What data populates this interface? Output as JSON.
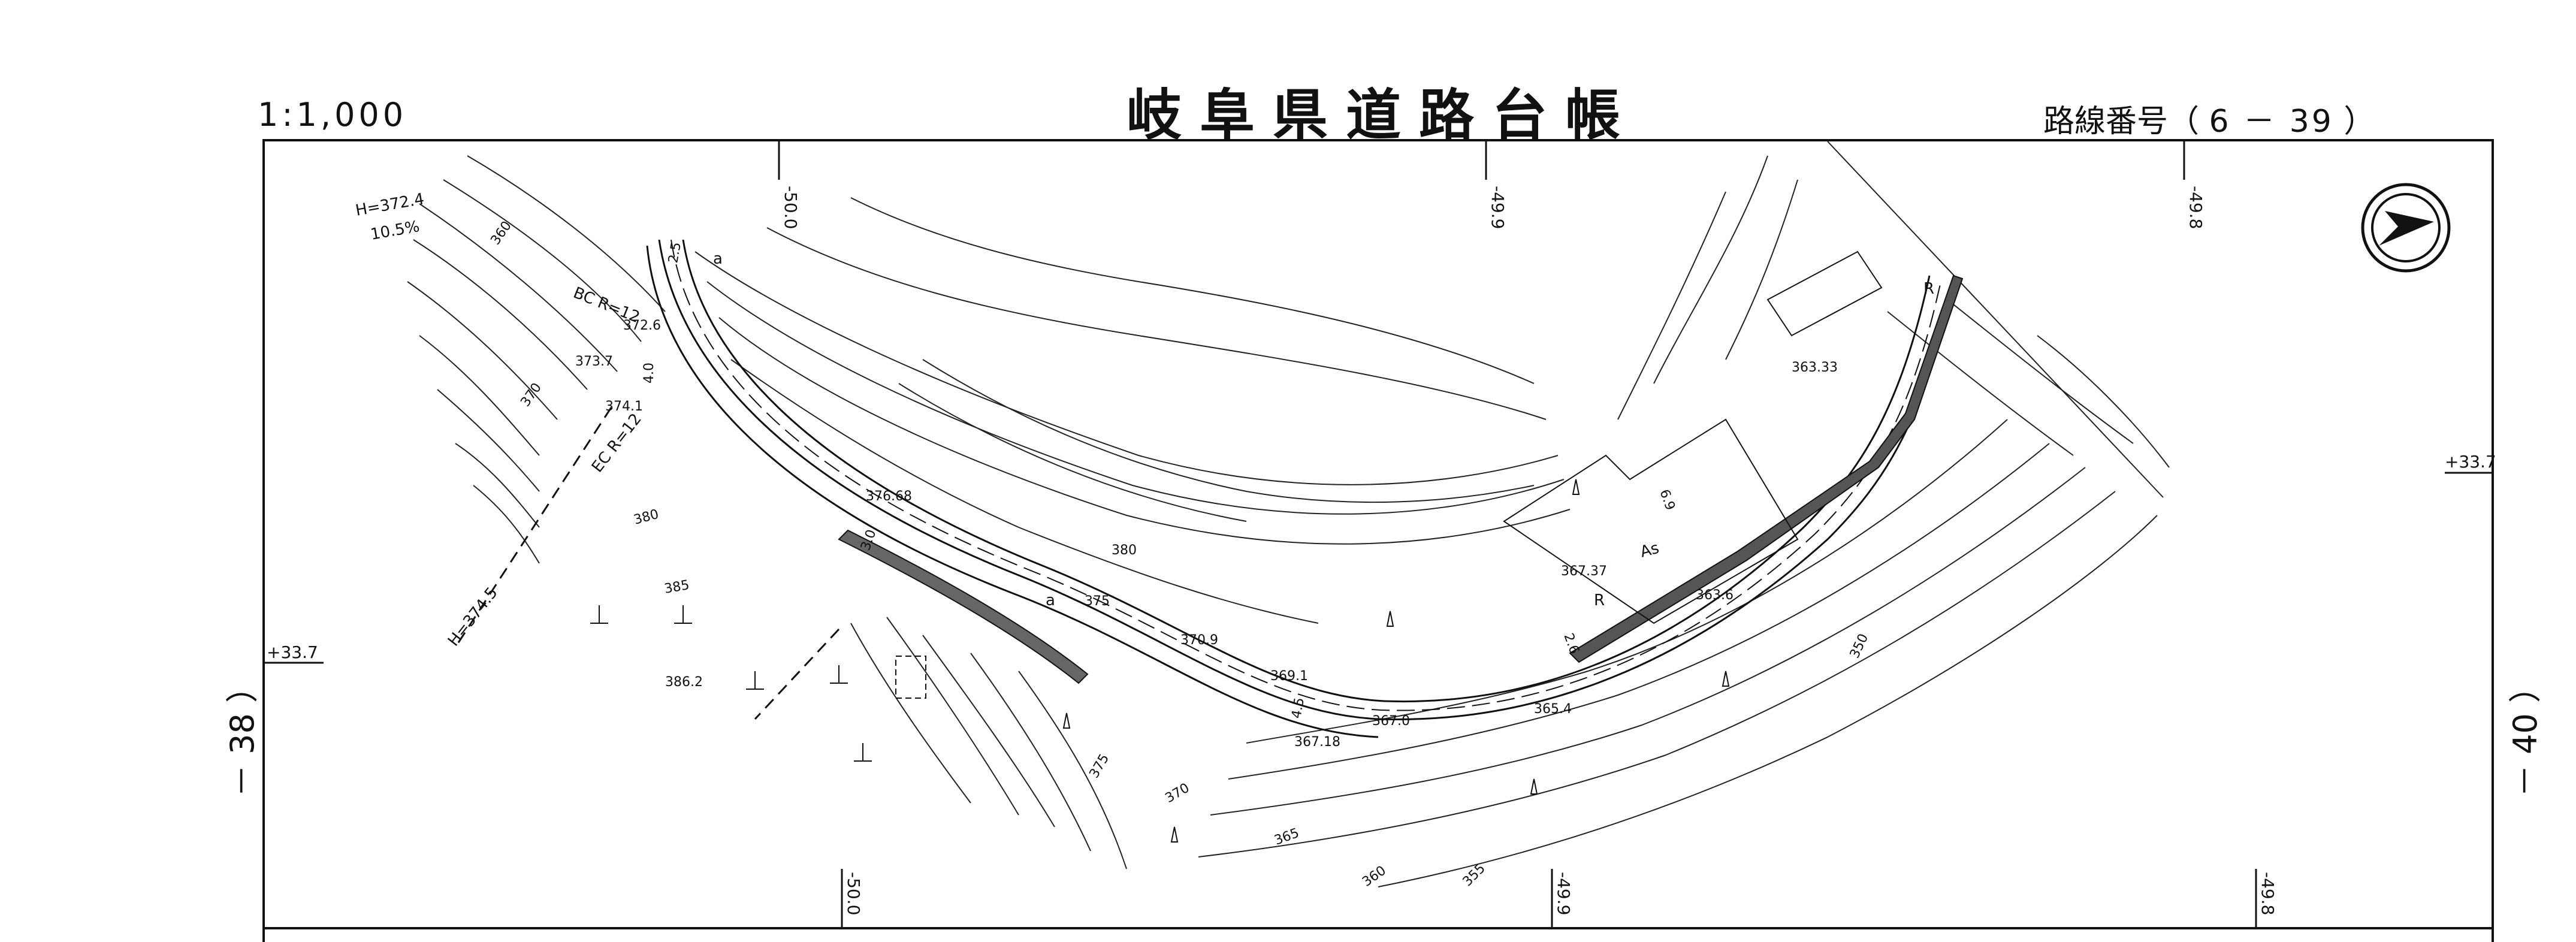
{
  "header": {
    "scale": "1:1,000",
    "title": "岐阜県道路台帳",
    "route_label": "路線番号（",
    "route_number": "6 － 39",
    "route_close": "）"
  },
  "sheet_refs": {
    "left": "－ 38 ）",
    "right": "－ 40 ）"
  },
  "grid_labels": {
    "top": [
      "-50.0",
      "-49.9",
      "-49.8"
    ],
    "bottom": [
      "-50.0",
      "-49.9",
      "-49.8"
    ],
    "left": "+33.7",
    "right": "+33.7"
  },
  "road_labels": {
    "h_upper": "H=372.4",
    "grade": "10.5%",
    "bc": "BC R=12",
    "ec": "EC R=12",
    "h_lower": "H=374.5",
    "width_a": "4.0",
    "width_b": "2.5",
    "width_c": "3.0",
    "width_d": "6.9",
    "width_e": "2.6",
    "width_f": "4.5",
    "mark_a": "a",
    "mark_r": "R",
    "pavement": "As"
  },
  "elevations": [
    "372.6",
    "373.7",
    "374.1",
    "376.68",
    "370.9",
    "369.1",
    "367.0",
    "367.18",
    "365.4",
    "367.37",
    "363.6",
    "363.33",
    "386.2"
  ],
  "contour_labels": [
    "360",
    "370",
    "380",
    "385",
    "375",
    "380",
    "375",
    "370",
    "365",
    "360",
    "355",
    "350"
  ]
}
